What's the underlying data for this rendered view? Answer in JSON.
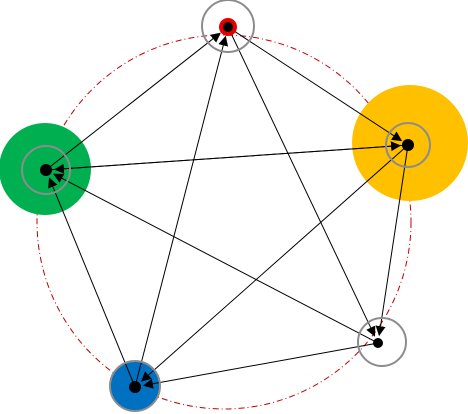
{
  "diagram": {
    "nodes": [
      {
        "id": "top",
        "color": "#ffffff",
        "dot": "#e60000",
        "ring": "#8c8c8c"
      },
      {
        "id": "right",
        "color": "#ffc000",
        "dot": "#000000",
        "ring": "#8c8c8c"
      },
      {
        "id": "left",
        "color": "#00b050",
        "dot": "#000000",
        "ring": "#8c8c8c"
      },
      {
        "id": "bottom-right",
        "color": "#ffffff",
        "dot": "#000000",
        "ring": "#8c8c8c"
      },
      {
        "id": "bottom-left",
        "color": "#0070c0",
        "dot": "#000000",
        "ring": "#8c8c8c"
      }
    ],
    "edges": [
      {
        "from": "left",
        "to": "top"
      },
      {
        "from": "top",
        "to": "right"
      },
      {
        "from": "top",
        "to": "bottom-right"
      },
      {
        "from": "bottom-left",
        "to": "top"
      },
      {
        "from": "left",
        "to": "right"
      },
      {
        "from": "right",
        "to": "left"
      },
      {
        "from": "right",
        "to": "bottom-right"
      },
      {
        "from": "right",
        "to": "bottom-left"
      },
      {
        "from": "bottom-right",
        "to": "left"
      },
      {
        "from": "bottom-right",
        "to": "bottom-left"
      },
      {
        "from": "bottom-left",
        "to": "left"
      }
    ],
    "guide_circle_color": "#c00000",
    "edge_color": "#000000"
  }
}
